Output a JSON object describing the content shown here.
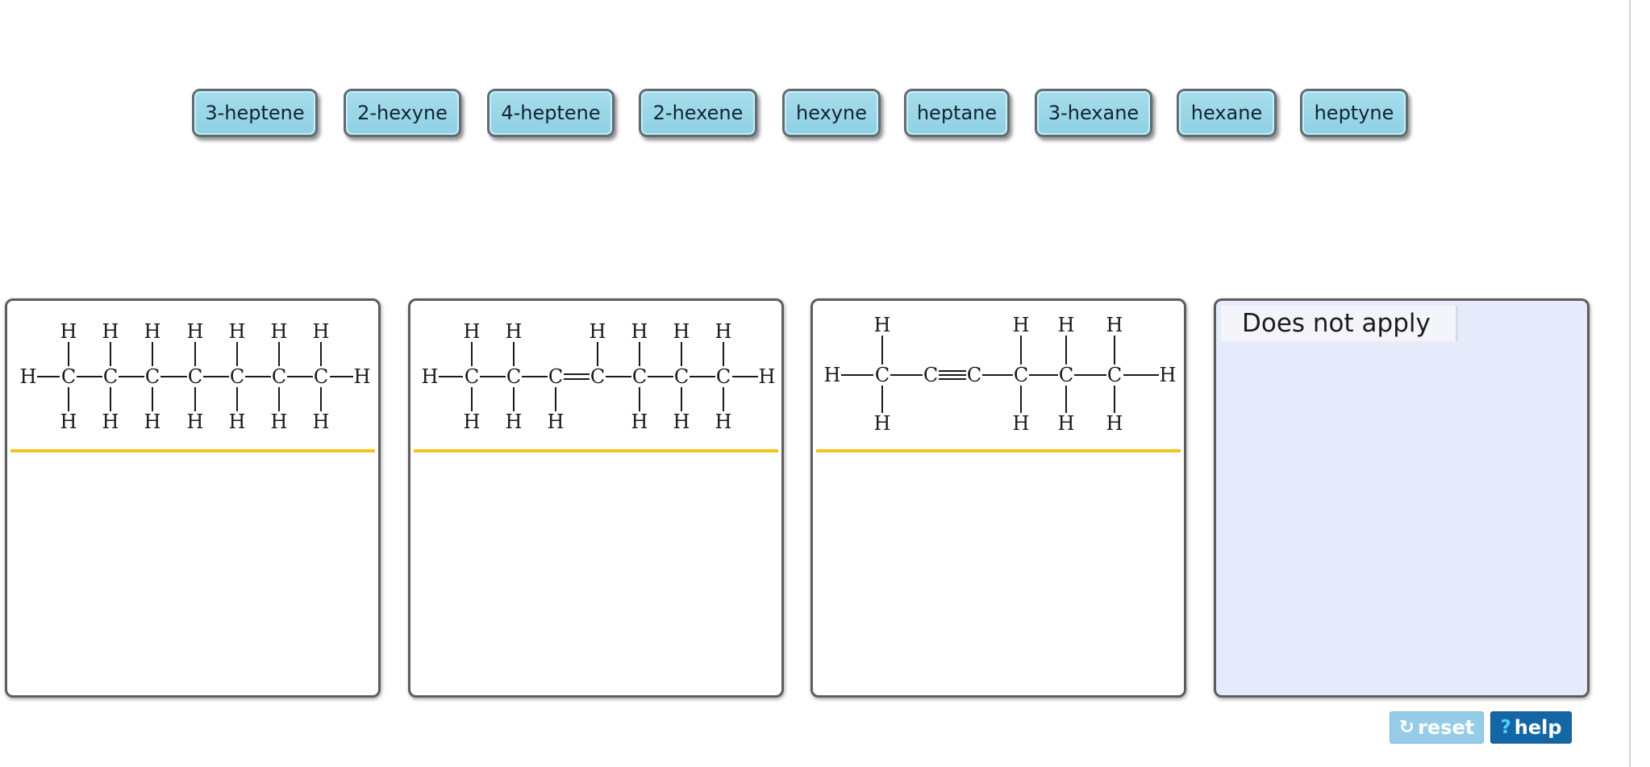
{
  "label_bank": {
    "items": [
      {
        "label": "3-heptene"
      },
      {
        "label": "2-hexyne"
      },
      {
        "label": "4-heptene"
      },
      {
        "label": "2-hexene"
      },
      {
        "label": "hexyne"
      },
      {
        "label": "heptane"
      },
      {
        "label": "3-hexane"
      },
      {
        "label": "hexane"
      },
      {
        "label": "heptyne"
      }
    ]
  },
  "targets": {
    "na_label": "Does not apply"
  },
  "chem": {
    "h": "H",
    "c": "C"
  },
  "controls": {
    "reset_label": "reset",
    "reset_icon": "refresh-icon",
    "help_label": "help",
    "help_icon": "question-icon"
  },
  "colors": {
    "tile_bg": "#9ad6e8",
    "divider": "#f6c31a",
    "na_bg": "#e6ebfb",
    "help_bg": "#1467a6",
    "reset_bg": "#95cde8"
  }
}
